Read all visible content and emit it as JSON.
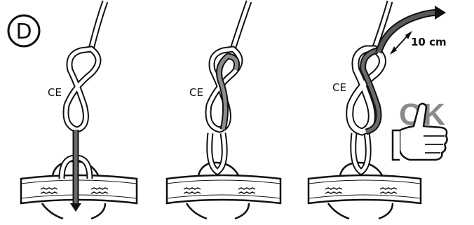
{
  "step_label": "D",
  "ce_mark": "CE",
  "tail_measure": "10 cm",
  "approval": "OK",
  "colors": {
    "ink": "#111111",
    "rope": "#ffffff",
    "rope_traced": "#8c8c8c",
    "rope_dark": "#5a5a5a",
    "approval": "#8a8a8a",
    "webbing": "#ffffff"
  },
  "panels": [
    {
      "id": "panel-1",
      "stage": "rope threaded through harness tie-in loop"
    },
    {
      "id": "panel-2",
      "stage": "rope tail retracing figure-eight knot"
    },
    {
      "id": "panel-3",
      "stage": "figure-eight knot fully retraced with tail"
    }
  ]
}
